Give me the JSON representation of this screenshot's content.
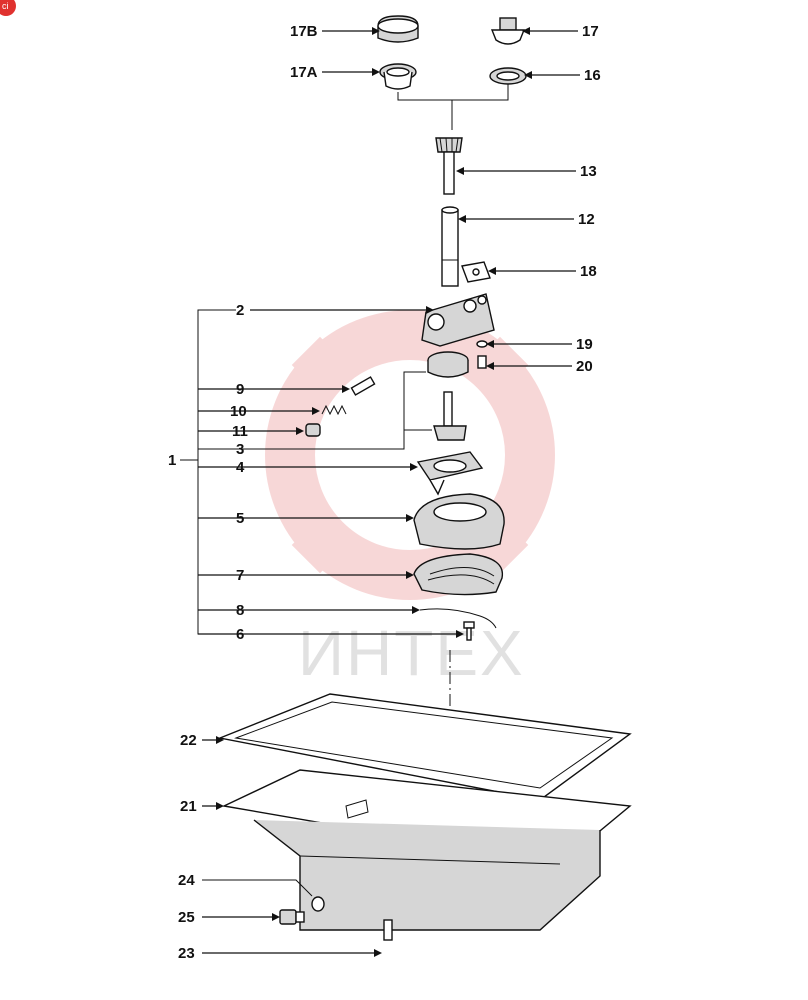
{
  "corner_badge": {
    "text": "ci",
    "color": "#e0322f"
  },
  "watermark": {
    "text": "ИНТЕХ",
    "gear_color": "#f2b8b8",
    "text_color": "#c9c9c9"
  },
  "labels": {
    "17B": "17B",
    "17A": "17A",
    "17": "17",
    "16": "16",
    "13": "13",
    "12": "12",
    "18": "18",
    "2": "2",
    "19": "19",
    "20": "20",
    "9": "9",
    "10": "10",
    "11": "11",
    "3": "3",
    "1": "1",
    "4": "4",
    "5": "5",
    "7": "7",
    "8": "8",
    "6": "6",
    "22": "22",
    "21": "21",
    "24": "24",
    "25": "25",
    "23": "23"
  }
}
